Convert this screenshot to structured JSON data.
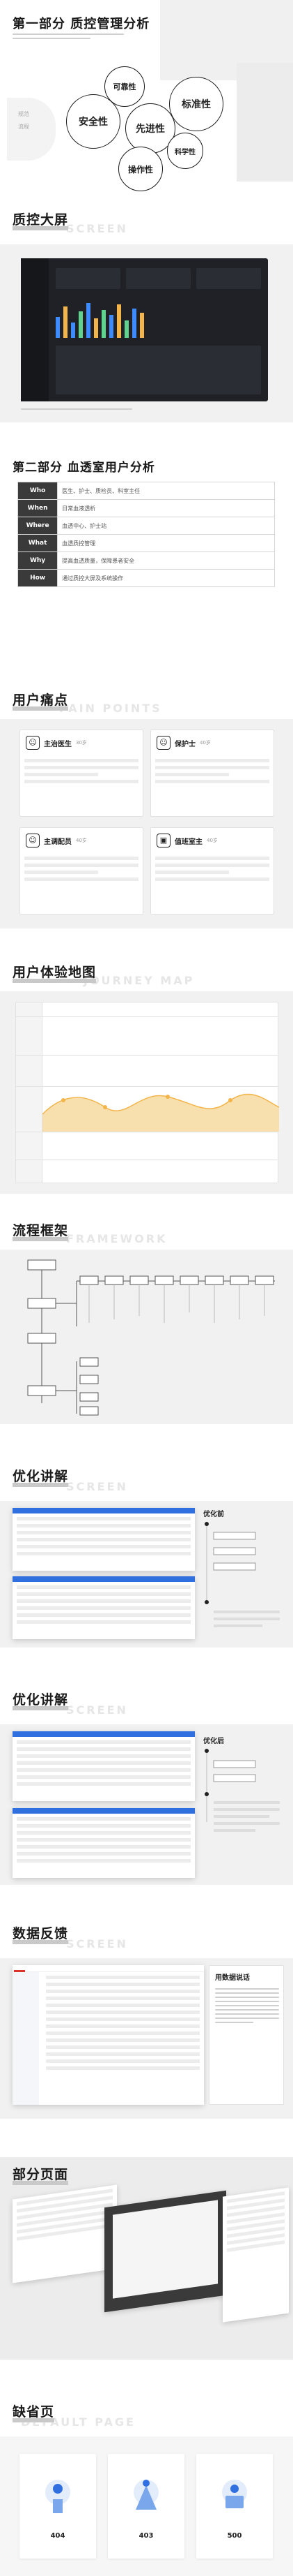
{
  "part1": {
    "title": "第一部分  质控管理分析",
    "left_labels": [
      "规范",
      "流程"
    ]
  },
  "bubbles": [
    "安全性",
    "可靠性",
    "先进性",
    "标准性",
    "科学性",
    "操作性"
  ],
  "qc_screen": {
    "title": "质控大屏",
    "ghost": "SCREEN"
  },
  "part2": {
    "title": "第二部分  血透室用户分析"
  },
  "five_w": {
    "rows": [
      {
        "label": "Who",
        "text": "医生、护士、质检员、科室主任"
      },
      {
        "label": "When",
        "text": "日常血液透析"
      },
      {
        "label": "Where",
        "text": "血透中心、护士站"
      },
      {
        "label": "What",
        "text": "血透质控管理"
      },
      {
        "label": "Why",
        "text": "提高血透质量，保障患者安全"
      },
      {
        "label": "How",
        "text": "通过质控大屏及系统操作"
      }
    ]
  },
  "pain": {
    "title": "用户痛点",
    "ghost": "PAIN POINTS",
    "cards": [
      {
        "role": "主治医生",
        "tag": "30岁"
      },
      {
        "role": "保护士",
        "tag": "40岁"
      },
      {
        "role": "主调配员",
        "tag": "40岁"
      },
      {
        "role": "值班室主",
        "tag": "40岁"
      }
    ]
  },
  "journey": {
    "title": "用户体验地图",
    "ghost": "JOURNEY MAP"
  },
  "flow": {
    "title": "流程框架",
    "ghost": "FRAMEWORK"
  },
  "opt1": {
    "title": "优化讲解",
    "ghost": "SCREEN",
    "note_title": "优化前"
  },
  "opt2": {
    "title": "优化讲解",
    "ghost": "SCREEN",
    "note_title": "优化后"
  },
  "feedback": {
    "title": "数据反馈",
    "ghost": "SCREEN",
    "note_title": "用数据说话"
  },
  "pages": {
    "title": "部分页面"
  },
  "empty": {
    "title": "缺省页",
    "ghost": "DEFAULT PAGE",
    "cards": [
      {
        "code": "404"
      },
      {
        "code": "403"
      },
      {
        "code": "500"
      }
    ]
  },
  "colors": {
    "accent": "#2f6fe0",
    "dark": "#1f2126",
    "orange": "#f3b54a",
    "red": "#d9352a"
  }
}
